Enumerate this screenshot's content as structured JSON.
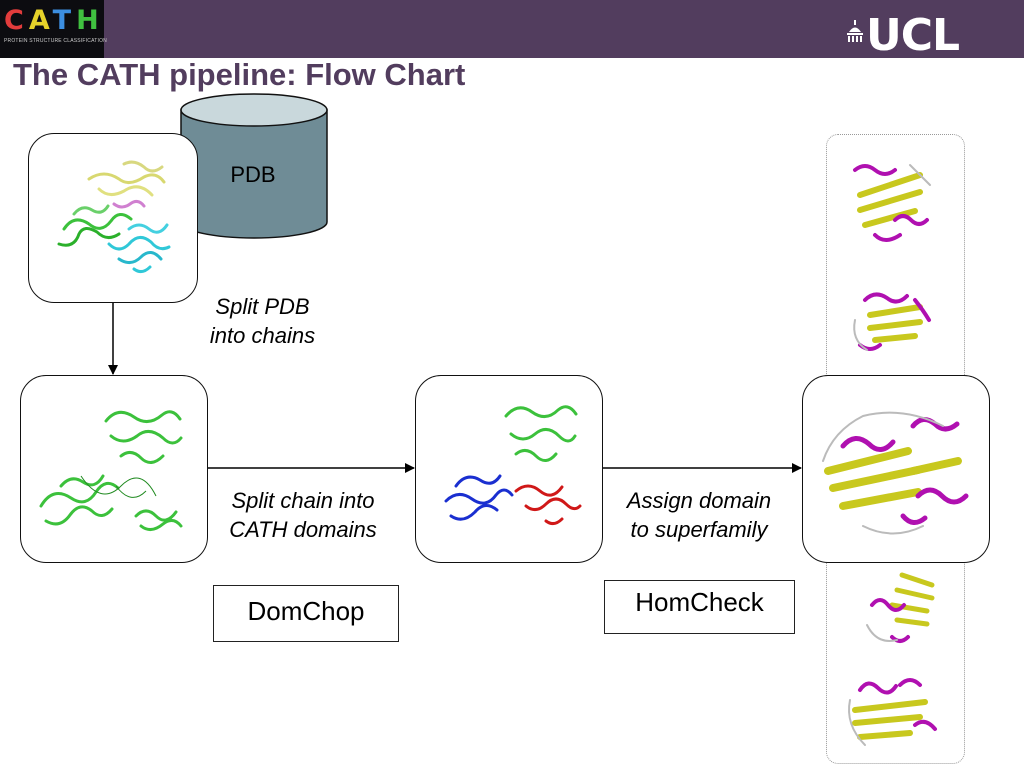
{
  "header": {
    "logo_text": "CATH",
    "logo_subtitle": "PROTEIN STRUCTURE CLASSIFICATION",
    "institution_logo": "UCL"
  },
  "title": "The CATH pipeline: Flow Chart",
  "database": {
    "label": "PDB"
  },
  "steps": [
    {
      "line1": "Split PDB",
      "line2": "into chains"
    },
    {
      "line1": "Split chain into",
      "line2": "CATH domains"
    },
    {
      "line1": "Assign domain",
      "line2": "to superfamily"
    }
  ],
  "tools": [
    "DomChop",
    "HomCheck"
  ],
  "icons": [
    "pdb-cylinder-icon",
    "protein-structure-image",
    "arrow-icon"
  ],
  "colors": {
    "header_bg": "#523d5e",
    "title": "#523d5e",
    "cylinder": "#6f8c96",
    "green": "#3cc13c",
    "blue": "#1a2fd0",
    "red": "#d01818",
    "yellow": "#c8c81e",
    "magenta": "#b010b0",
    "cyan": "#30c8d8"
  }
}
